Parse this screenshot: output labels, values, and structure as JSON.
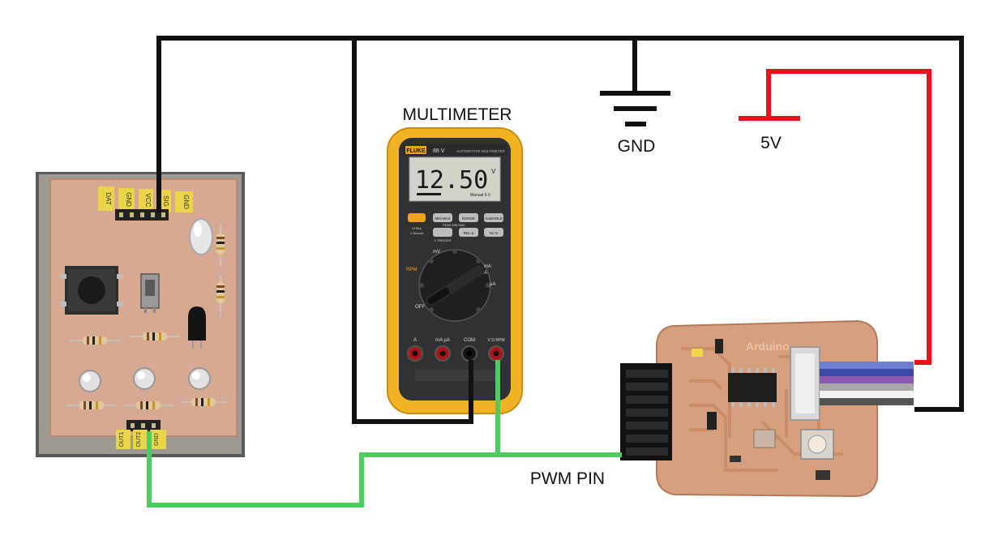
{
  "labels": {
    "multimeter": "MULTIMETER",
    "gnd": "GND",
    "v5": "5V",
    "pwm": "PWM PIN"
  },
  "multimeter": {
    "brand": "FLUKE",
    "model": "88 V",
    "subtitle": "AUTOMOTIVE MULTIMETER",
    "reading": "12.50",
    "unit": "V",
    "mode": "Manual 6 0",
    "buttons": [
      "MIN MAX",
      "RANGE",
      "AutoHOLD",
      "PEAK MIN MAX",
      "1 TRIGGER",
      "REL Δ",
      "Hz %"
    ],
    "small_labels": [
      "Hi Res",
      "1 Second"
    ],
    "dial": {
      "off": "OFF",
      "rpm": "RPM",
      "mv": "mV",
      "ma": "mA",
      "ua": "μA",
      "a": "A"
    },
    "jacks": [
      "A",
      "mA μA",
      "COM",
      "V Ω RPM"
    ]
  },
  "sensor_board": {
    "header_labels": [
      "DAT",
      "GND",
      "VCC",
      "SIG",
      "GND"
    ],
    "bottom_labels": [
      "OUT1",
      "OUT2",
      "GND"
    ]
  },
  "arduino_board": {
    "silk_text": "Arduino"
  },
  "colors": {
    "wire_black": "#111111",
    "wire_red": "#e8121a",
    "wire_green": "#4ccd5e",
    "multimeter_body": "#f2b322",
    "pcb": "#d8a58c"
  }
}
